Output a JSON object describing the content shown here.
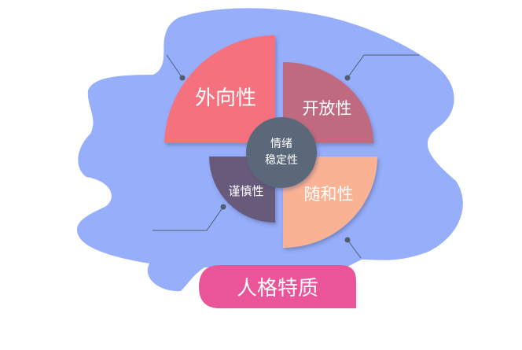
{
  "diagram": {
    "center": {
      "line1": "情绪",
      "line2": "稳定性",
      "color": "#5a6879"
    },
    "quadrants": [
      {
        "label": "外向性",
        "color": "#f4717d"
      },
      {
        "label": "开放性",
        "color": "#bf6a80"
      },
      {
        "label": "随和性",
        "color": "#fab295"
      },
      {
        "label": "谨慎性",
        "color": "#675a7a"
      }
    ],
    "title": {
      "text": "人格特质",
      "color": "#ea5599"
    },
    "background_color": "#97aefb",
    "connector_color": "#4f5d6f"
  }
}
